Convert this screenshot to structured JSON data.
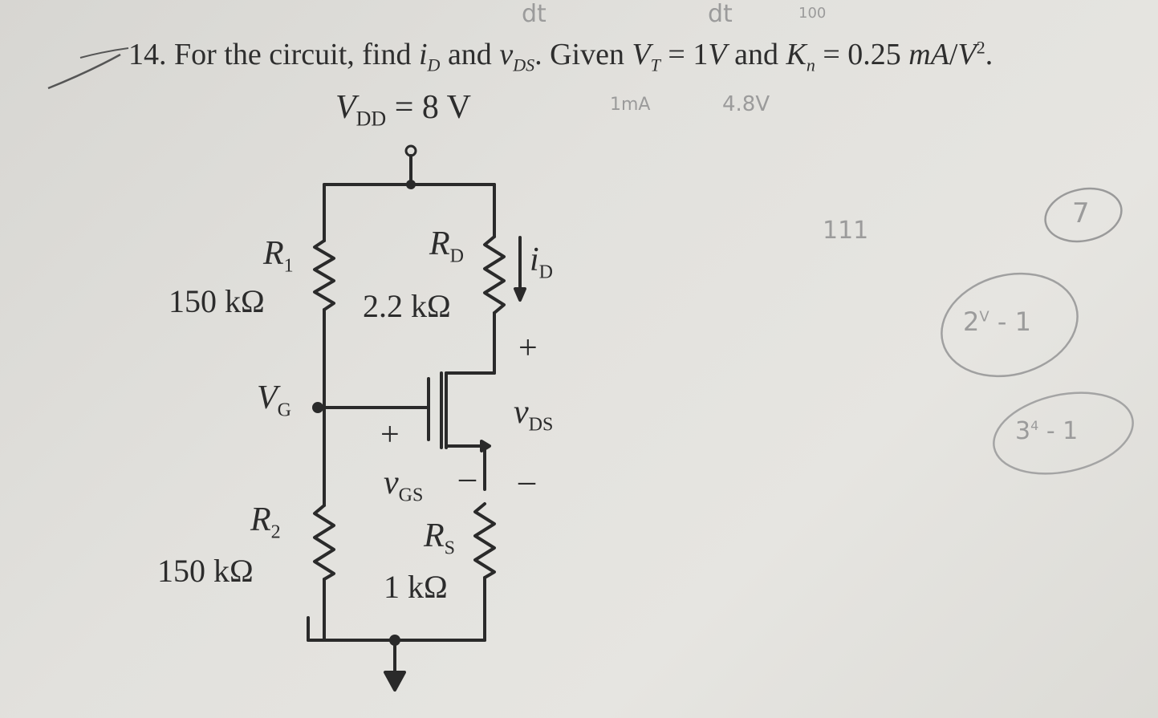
{
  "problem": {
    "number": "14.",
    "text_before": "For the circuit, find",
    "id": "iD",
    "and1": "and",
    "vds": "vDS",
    "given": ". Given",
    "vt_eq": "VT = 1V",
    "and2": "and",
    "kn_eq": "Kn = 0.25 mA/V2."
  },
  "circuit": {
    "vdd_label": "VDD = 8 V",
    "r1_name": "R1",
    "r1_value": "150 kΩ",
    "rd_name": "RD",
    "rd_value": "2.2 kΩ",
    "id_label": "iD",
    "vg_label": "VG",
    "vgs_label": "vGS",
    "vds_label": "vDS",
    "plus": "+",
    "minus": "–",
    "r2_name": "R2",
    "r2_value": "150 kΩ",
    "rs_name": "RS",
    "rs_value": "1 kΩ"
  },
  "handwriting": {
    "top1": "dt",
    "top2": "dt",
    "top3": "100",
    "note1": "1mA",
    "note2": "4.8V",
    "ticks": "111",
    "circle1": "7",
    "circle2": "2^V - 1",
    "circle3": "3^4 - 1"
  }
}
